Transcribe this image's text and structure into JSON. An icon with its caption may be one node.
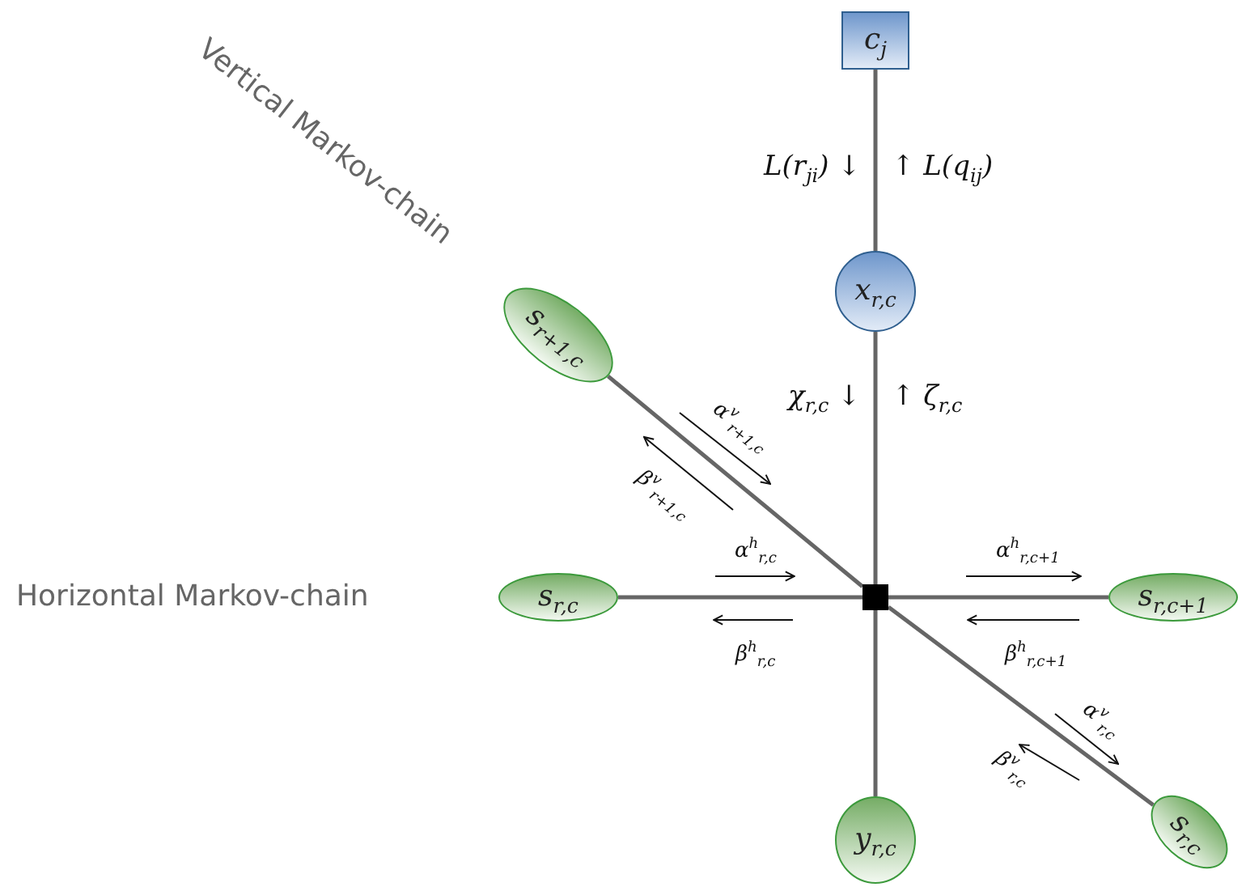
{
  "diagram": {
    "nodes": [
      {
        "text": [
          "c$_{j}$"
        ]
      },
      {
        "text": [
          "x$_{r,c}$"
        ]
      },
      {
        "text": [
          "s$_{r+1,c}$"
        ]
      },
      {
        "text": [
          "s$_{r,c}$"
        ]
      },
      {
        "text": [],
        "shape": "box"
      },
      {
        "text": [
          "s$_{r,c+1}$"
        ]
      },
      {
        "text": [
          "y$_{r,c}$"
        ]
      },
      {
        "text": [
          "s$_{r,c}$"
        ]
      }
    ],
    "edges": [
      {
        "from": 0,
        "to": 1,
        "arrow": "none"
      },
      {
        "from": 1,
        "to": 4,
        "arrow": "none"
      },
      {
        "from": 2,
        "to": 4,
        "arrow": "none"
      },
      {
        "from": 3,
        "to": 4,
        "arrow": "none"
      },
      {
        "from": 4,
        "to": 5,
        "arrow": "none"
      },
      {
        "from": 4,
        "to": 6,
        "arrow": "none"
      },
      {
        "from": 4,
        "to": 7,
        "arrow": "none"
      }
    ],
    "labels": [
      "Vertical Markov-chain",
      "L(r$_{ji}$) ↓",
      "↑ L(q$_{ij}$)",
      "χ$_{r,c}$ ↓",
      "↑ ζ$_{r,c}$",
      "α$^{v}$$_{r+1,c}$",
      "β$^{v}$$_{r+1,c}$",
      "α$^{h}$$_{r,c}$",
      "α$^{h}$$_{r,c+1}$",
      "Horizontal Markov-chain",
      "β$^{h}$$_{r,c}$",
      "β$^{h}$$_{r,c+1}$",
      "α$^{v}$$_{r,c}$",
      "β$^{v}$$_{r,c}$"
    ]
  }
}
